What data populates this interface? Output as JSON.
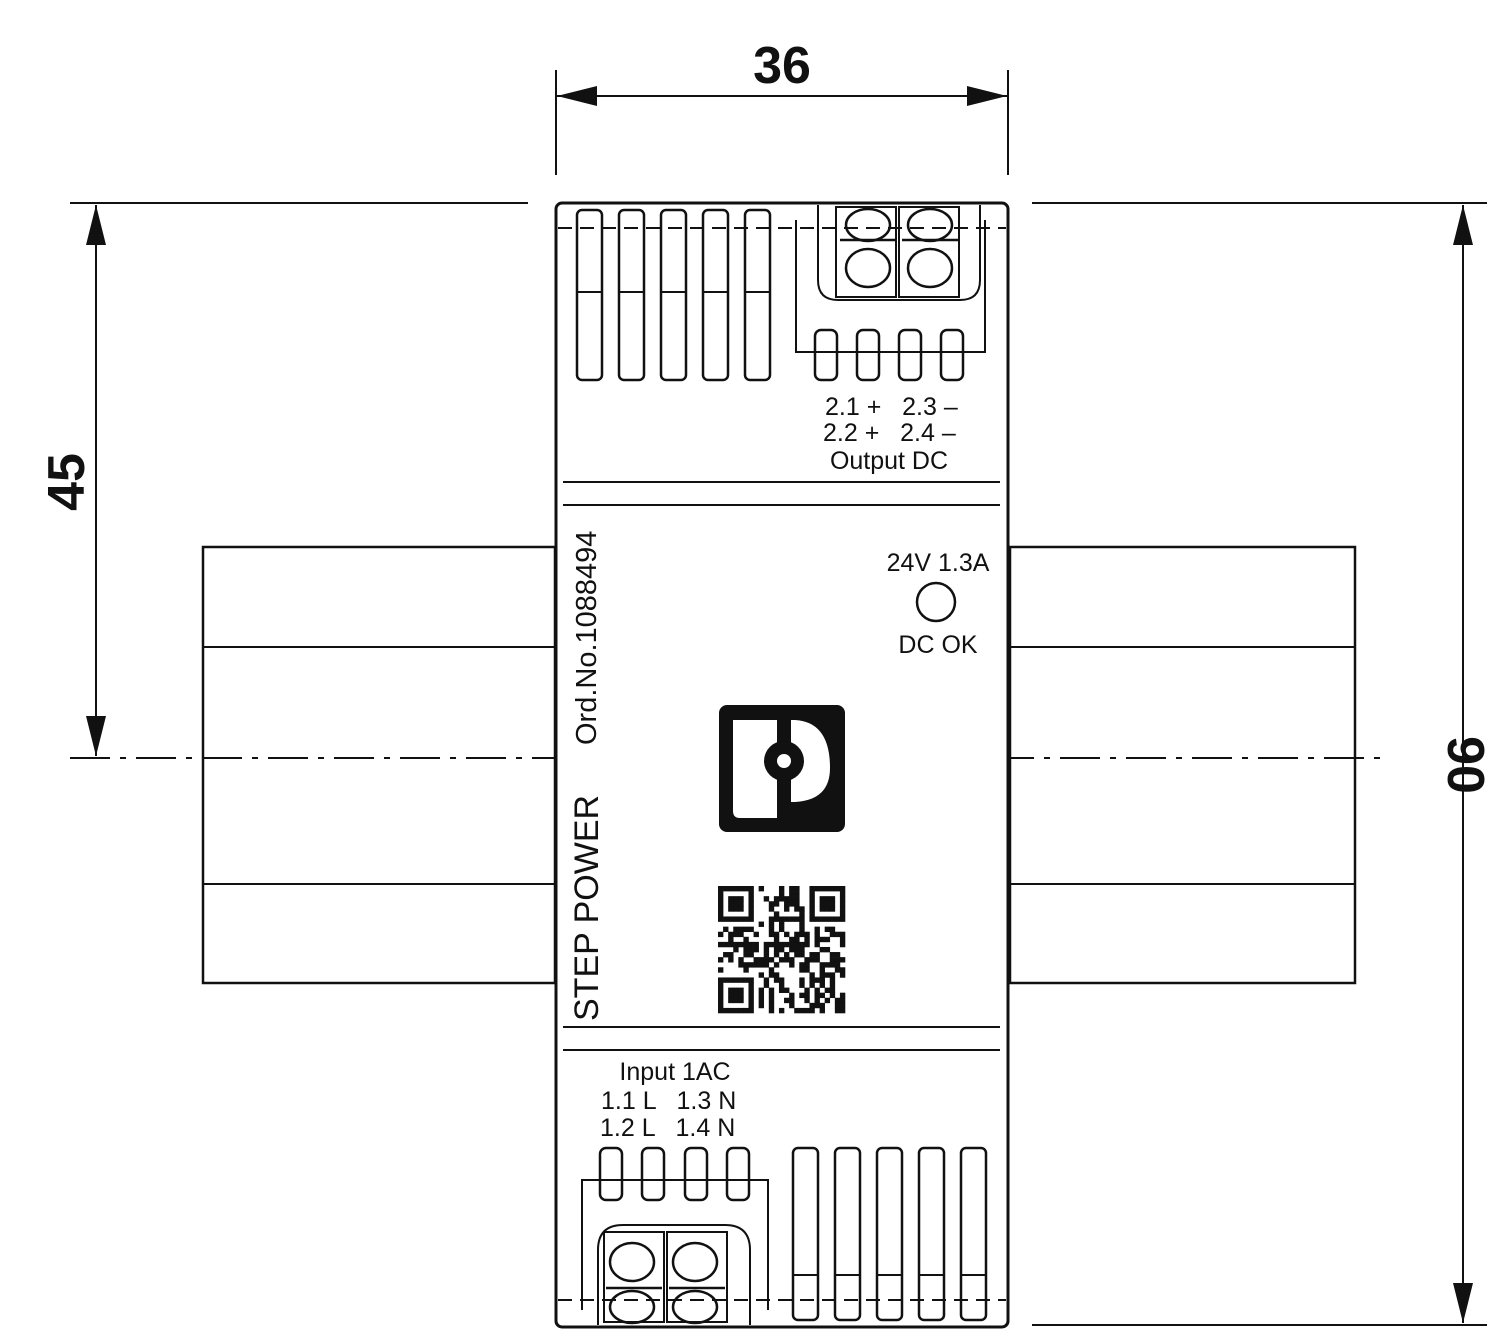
{
  "dimensions": {
    "width": "36",
    "half_height": "45",
    "height": "90"
  },
  "device": {
    "series_label": "STEP POWER",
    "order_number": "Ord.No.1088494",
    "rating": "24V 1.3A",
    "led_label": "DC OK",
    "output": {
      "row1": "2.1 +   2.3 –",
      "row2": "2.2 +   2.4 –",
      "title": "Output DC"
    },
    "input": {
      "title": "Input 1AC",
      "row1": "1.1 L   1.3 N",
      "row2": "1.2 L   1.4 N"
    }
  },
  "icons": {
    "logo": "phoenix-contact-logo",
    "qr": "qr-code",
    "led": "status-led"
  }
}
